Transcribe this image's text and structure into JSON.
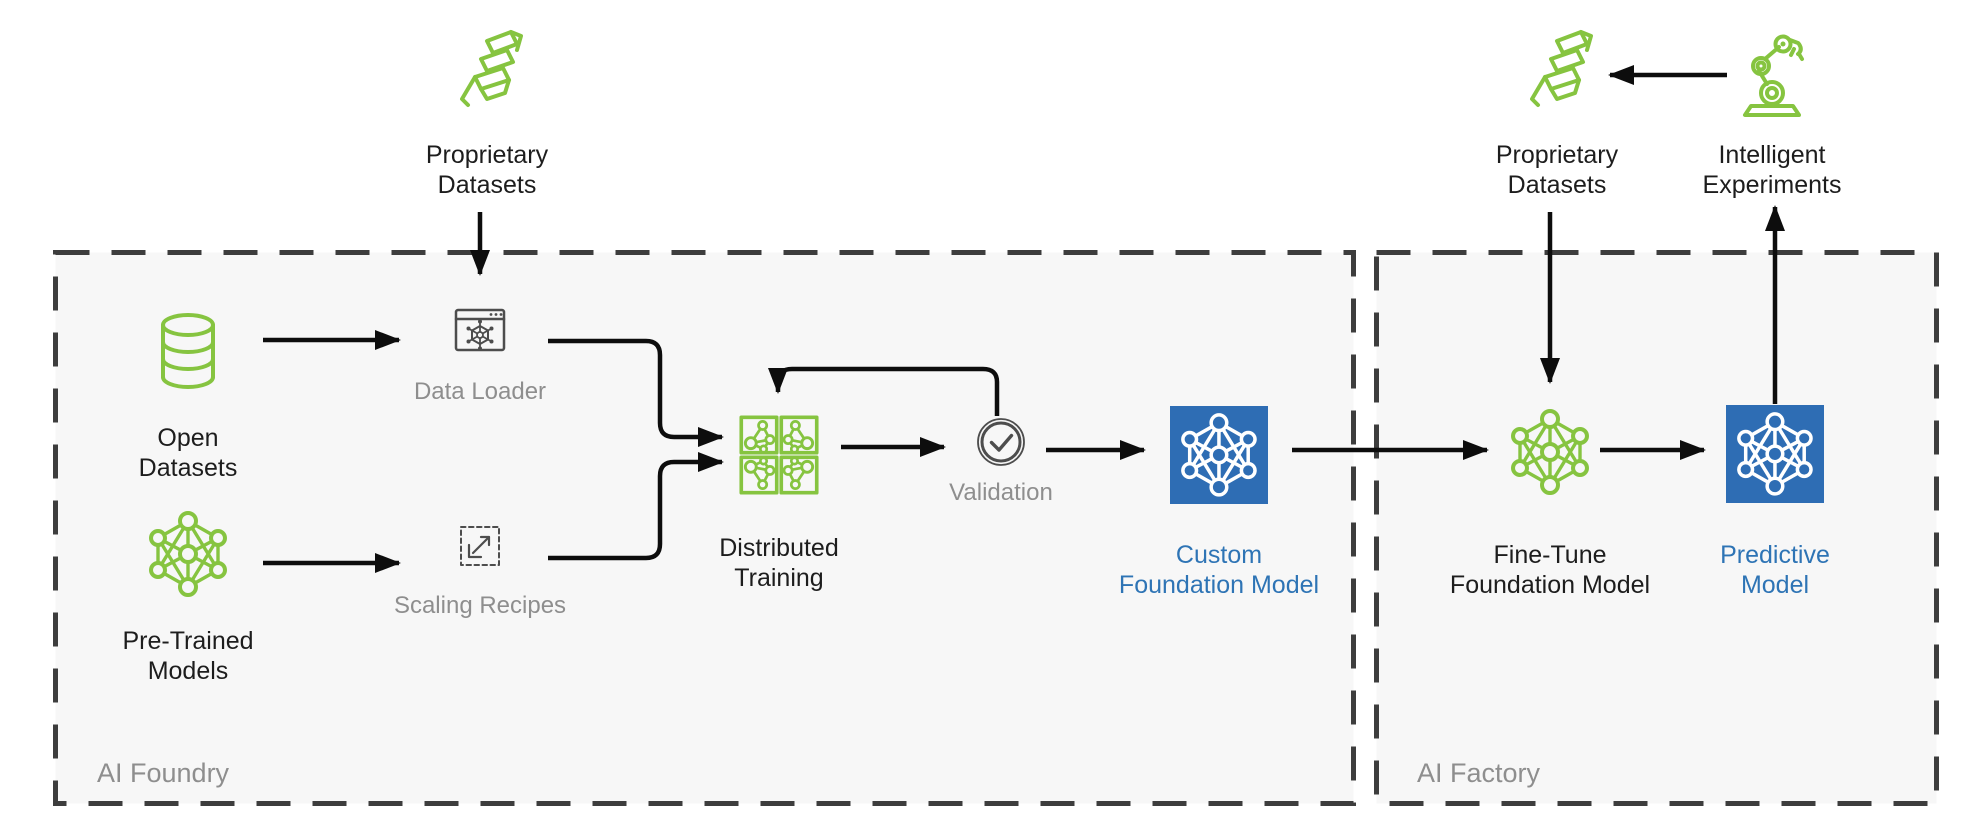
{
  "title": "AI Foundry and AI Factory workflow diagram",
  "regions": {
    "foundry": {
      "label": "AI Foundry"
    },
    "factory": {
      "label": "AI Factory"
    }
  },
  "nodes": {
    "proprietary_left": {
      "label": "Proprietary\nDatasets",
      "icon": "ribbon-dataset-icon"
    },
    "open_datasets": {
      "label": "Open\nDatasets",
      "icon": "database-icon"
    },
    "pre_trained": {
      "label": "Pre-Trained\nModels",
      "icon": "neural-network-icon"
    },
    "data_loader": {
      "label": "Data Loader",
      "icon": "window-network-icon"
    },
    "scaling_recipes": {
      "label": "Scaling Recipes",
      "icon": "expand-arrow-icon"
    },
    "distributed_training": {
      "label": "Distributed\nTraining",
      "icon": "grid-networks-icon"
    },
    "validation": {
      "label": "Validation",
      "icon": "checkmark-circle-icon"
    },
    "custom_foundation_model": {
      "label": "Custom\nFoundation Model",
      "icon": "blue-model-icon"
    },
    "fine_tune": {
      "label": "Fine-Tune\nFoundation Model",
      "icon": "neural-network-icon"
    },
    "predictive_model": {
      "label": "Predictive\nModel",
      "icon": "blue-model-icon"
    },
    "proprietary_right": {
      "label": "Proprietary\nDatasets",
      "icon": "ribbon-dataset-icon"
    },
    "intelligent_experiments": {
      "label": "Intelligent\nExperiments",
      "icon": "robot-arm-icon"
    }
  },
  "colors": {
    "green": "#86C440",
    "blue": "#2E6DB4",
    "blue_text": "#2E74B5",
    "gray_text": "#8E8E8E",
    "dark": "#1D1D1D",
    "line": "#0D0D0D",
    "border": "#3D3D3D",
    "panel": "#F7F7F7"
  }
}
